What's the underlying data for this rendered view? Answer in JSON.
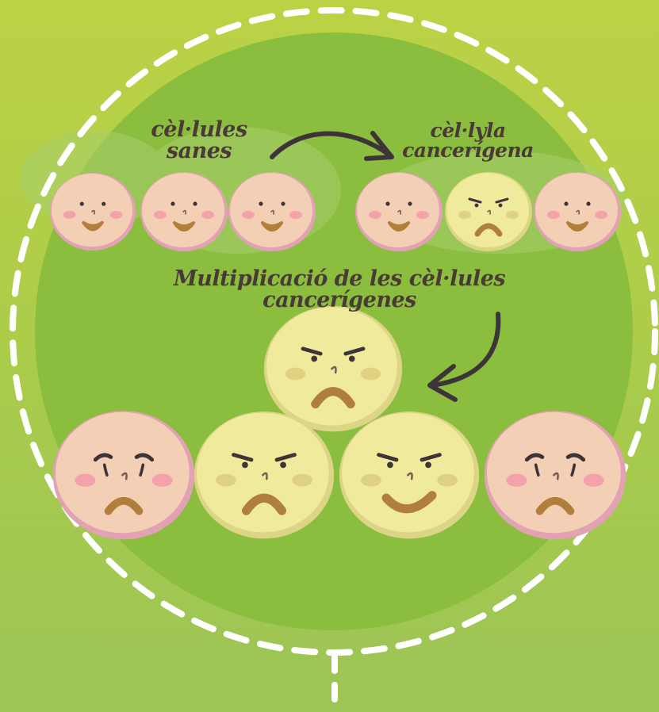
{
  "labels": {
    "healthy_cells": [
      "cèl·lules",
      "sanes"
    ],
    "cancer_cell": [
      "cèl·lyla",
      "cancerígena"
    ],
    "multiplication": "Multiplicació de les cèl·lules cancerígenes"
  },
  "colors": {
    "background": "#bcd245",
    "inner_circle": "#8bbd3f",
    "dashed_border": "#ffffff",
    "healthy_cell_fill": "#f3cfb6",
    "healthy_cell_rim": "#e3a2b4",
    "cancer_cell_fill": "#f0ea9d",
    "cancer_cell_rim": "#dcd586",
    "cheek_healthy": "#f29aa8",
    "cheek_cancer": "#dccd7e",
    "mouth": "#b07f3c",
    "arrow": "#3d3438",
    "text": "#4a3a36"
  },
  "cells": [
    {
      "type": "healthy",
      "mood": "smile"
    },
    {
      "type": "healthy",
      "mood": "smile"
    },
    {
      "type": "healthy",
      "mood": "smile"
    },
    {
      "type": "healthy",
      "mood": "smile"
    },
    {
      "type": "cancer",
      "mood": "frown"
    },
    {
      "type": "healthy",
      "mood": "smile"
    },
    {
      "type": "cancer",
      "mood": "frown"
    },
    {
      "type": "healthy",
      "mood": "sad"
    },
    {
      "type": "cancer",
      "mood": "frown"
    },
    {
      "type": "cancer",
      "mood": "smirk"
    },
    {
      "type": "healthy",
      "mood": "sad"
    }
  ],
  "icons": [
    "arrow-right-icon",
    "arrow-down-left-icon",
    "dashed-connector-icon"
  ]
}
